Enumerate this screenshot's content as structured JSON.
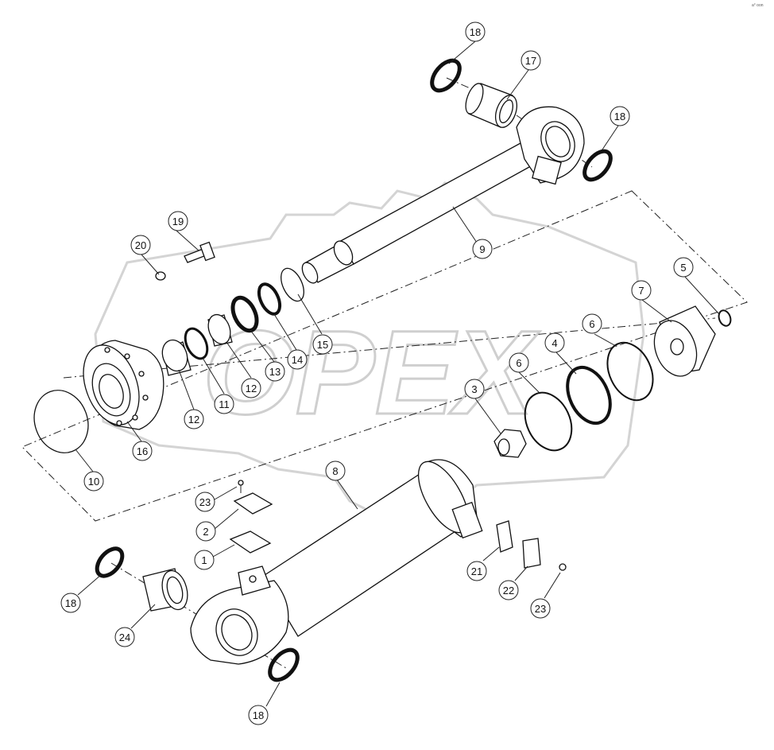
{
  "watermark": {
    "brand": "OPEX"
  },
  "corner_mark": "a° oon",
  "callouts": [
    {
      "label": "18"
    },
    {
      "label": "17"
    },
    {
      "label": "18"
    },
    {
      "label": "19"
    },
    {
      "label": "20"
    },
    {
      "label": "9"
    },
    {
      "label": "5"
    },
    {
      "label": "7"
    },
    {
      "label": "6"
    },
    {
      "label": "4"
    },
    {
      "label": "6"
    },
    {
      "label": "3"
    },
    {
      "label": "15"
    },
    {
      "label": "14"
    },
    {
      "label": "13"
    },
    {
      "label": "12"
    },
    {
      "label": "11"
    },
    {
      "label": "12"
    },
    {
      "label": "16"
    },
    {
      "label": "10"
    },
    {
      "label": "8"
    },
    {
      "label": "23"
    },
    {
      "label": "2"
    },
    {
      "label": "1"
    },
    {
      "label": "18"
    },
    {
      "label": "24"
    },
    {
      "label": "21"
    },
    {
      "label": "22"
    },
    {
      "label": "23"
    },
    {
      "label": "18"
    }
  ]
}
